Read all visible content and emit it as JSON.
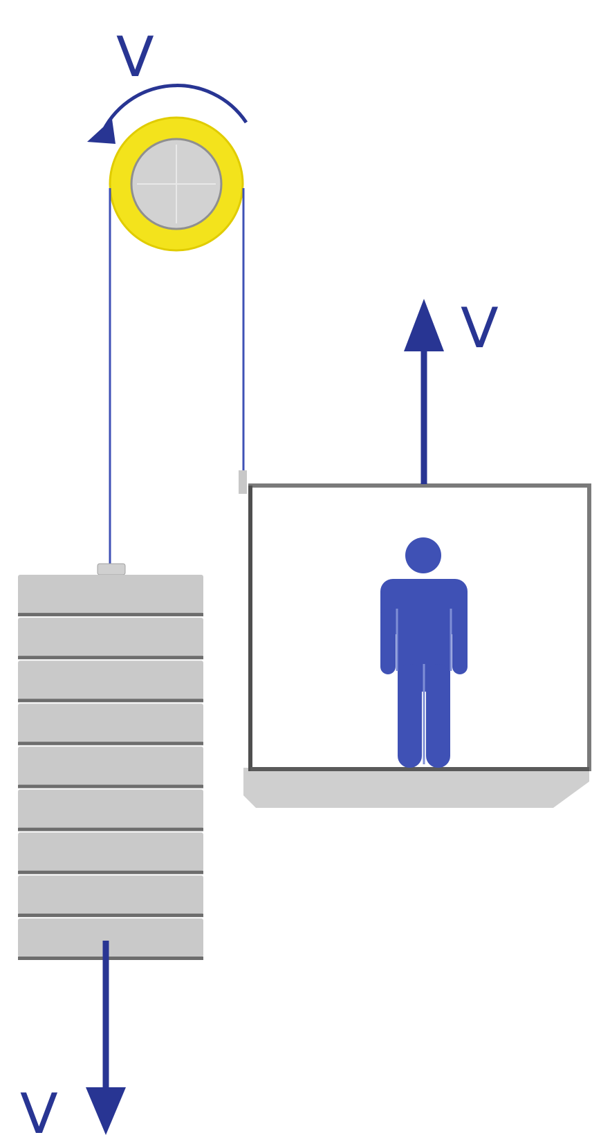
{
  "labels": {
    "pulley_velocity": "V",
    "car_velocity": "V",
    "counterweight_velocity": "V"
  },
  "colors": {
    "arrow": "#283593",
    "rope": "#3f51b5",
    "pulley_rim": "#f3e31c",
    "pulley_hub": "#d0d0d0",
    "weights": "#c9c9c9",
    "weight_dividers": "#6d6d6d",
    "car_frame": "#7a7a7a",
    "car_floor": "#cdcdcd",
    "person": "#3f51b5"
  },
  "counterweight": {
    "plate_count": 9
  }
}
